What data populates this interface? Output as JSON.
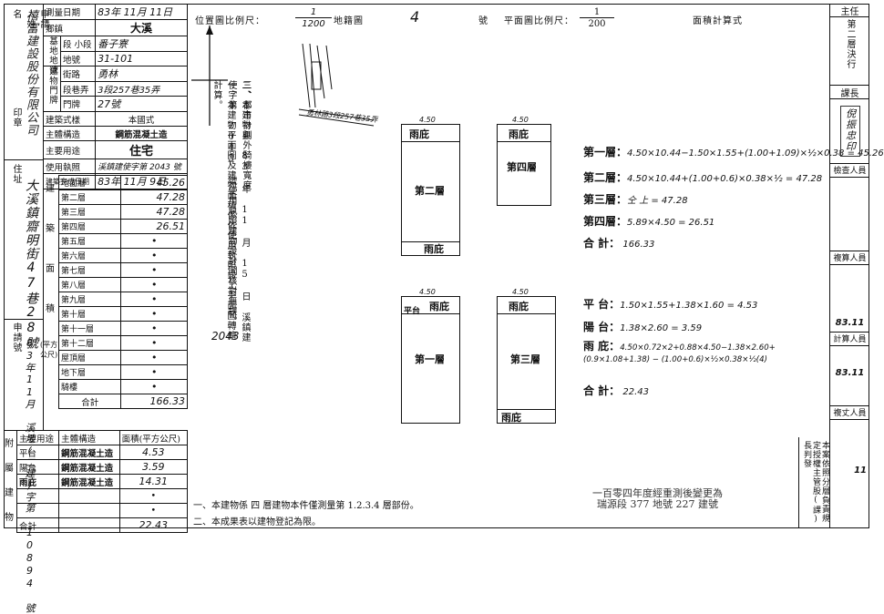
{
  "left_panel": {
    "applicant_label": "申請人姓名",
    "applicant_value": "禧富建設股份有限公司",
    "seal_label": "印章",
    "address_label": "住址",
    "address_value": "大溪鎮齋明街47巷28號",
    "app_no_label": "申請號",
    "app_no_value": "83年11月 溪地(二建)字第 10894 號",
    "area_unit": "(平方公尺)",
    "attach_labels": [
      "附",
      "屬",
      "建",
      "物"
    ],
    "attach_header": [
      "主要用途",
      "主體構造",
      "面積(平方公尺)"
    ],
    "attach_rows": [
      {
        "use": "平台",
        "structure": "鋼筋混凝土造",
        "area": "4.53"
      },
      {
        "use": "陽台",
        "structure": "鋼筋混凝土造",
        "area": "3.59"
      },
      {
        "use": "雨庇",
        "structure": "鋼筋混凝土造",
        "area": "14.31"
      }
    ],
    "attach_total_label": "合計",
    "attach_total": "22.43"
  },
  "register": {
    "survey_date_label": "測量日期",
    "survey_date": "83年 11月 11日",
    "township_label": "鄉鎮",
    "township": "大溪",
    "base_label": "基地地號",
    "section_label": "段 小段",
    "section": "番子寮",
    "lot_label": "地號",
    "lot": "31-101",
    "bldg_label": "建物門牌",
    "street_label": "街路",
    "street": "勇林",
    "lane_label": "段巷弄",
    "lane": "3段257巷35弄",
    "door_label": "門牌",
    "door": "27號",
    "style_label": "建築式樣",
    "style": "本國式",
    "structure_label": "主體構造",
    "structure": "鋼筋混凝土造",
    "use_label": "主要用途",
    "use": "住宅",
    "permit_label": "使用執照",
    "permit": "溪鎮建使字第 2043 號",
    "completed_label": "建築完成日期",
    "completed": "83年 11月 9日",
    "area_section_labels": [
      "建",
      "築",
      "面",
      "積"
    ],
    "floors": [
      {
        "name": "地面層",
        "area": "45.26"
      },
      {
        "name": "第二層",
        "area": "47.28"
      },
      {
        "name": "第三層",
        "area": "47.28"
      },
      {
        "name": "第四層",
        "area": "26.51"
      },
      {
        "name": "第五層",
        "area": "•"
      },
      {
        "name": "第六層",
        "area": "•"
      },
      {
        "name": "第七層",
        "area": "•"
      },
      {
        "name": "第八層",
        "area": "•"
      },
      {
        "name": "第九層",
        "area": "•"
      },
      {
        "name": "第十層",
        "area": "•"
      },
      {
        "name": "第十一層",
        "area": "•"
      },
      {
        "name": "第十二層",
        "area": "•"
      },
      {
        "name": "屋頂層",
        "area": "•"
      },
      {
        "name": "地下層",
        "area": "•"
      },
      {
        "name": "騎樓",
        "area": "•"
      }
    ],
    "total_label": "合計",
    "total": "166.33"
  },
  "header": {
    "location_scale_label": "位置圖比例尺：",
    "location_scale": "1/1200",
    "cadastral_label": "地籍圖",
    "cadastral_no": "4",
    "cadastral_suffix": "號",
    "plan_scale_label": "平面圖比例尺：",
    "plan_scale": "1/200",
    "area_calc_label": "面積計算式"
  },
  "notes": {
    "note1": "一、本建物平面圖及建物面積係依使用執照竣工平面圖轉繪計算。",
    "note2": "二、本建物與 83 年 11 月 15 日 溪鎮建使字第 2043 號使用執照建物設計圖核對無誤。",
    "note3": "三、都市計劃外騎樓寬度",
    "permit_no": "2043",
    "month": "11",
    "day": "15",
    "year": "83",
    "bottom1": "一、本建物係 四 層建物本件僅測量第 1.2.3.4 層部份。",
    "bottom2": "二、本成果表以建物登記為限。"
  },
  "plans": {
    "floor1": "第一層",
    "floor2": "第二層",
    "floor3": "第三層",
    "floor4": "第四層",
    "canopy": "雨庇",
    "platform": "平台",
    "dim_top": "4.50",
    "road_label": "勇林路3段257巷35弄"
  },
  "calculations": {
    "f1_label": "第一層：",
    "f1_formula": "4.50×10.44−1.50×1.55+(1.00+1.09)×½×0.38 = 45.26",
    "f2_label": "第二層：",
    "f2_formula": "4.50×10.44+(1.00+0.6)×0.38×½ = 47.28",
    "f3_label": "第三層：",
    "f3_formula": "仝 上 = 47.28",
    "f4_label": "第四層：",
    "f4_formula": "5.89×4.50 = 26.51",
    "sum_label": "合 計：",
    "sum_value": "166.33",
    "platform_label": "平 台：",
    "platform_formula": "1.50×1.55+1.38×1.60 = 4.53",
    "balcony_label": "陽 台：",
    "balcony_formula": "1.38×2.60 = 3.59",
    "canopy_label": "雨 庇：",
    "canopy_formula": "4.50×0.72×2+0.88×4.50−1.38×2.60+(0.9×1.08+1.38) − (1.00+0.6)×½×0.38×½(4)",
    "total_label": "合 計：",
    "total_value": "22.43"
  },
  "stamp": {
    "line1": "一百零四年度經重測後變更為",
    "line2": "瑞源段 377 地號 227 建號"
  },
  "right_panel": {
    "head": "主任",
    "approver_title": "第二層決行",
    "section_chief": "課長",
    "seal_text": "倪振忠印",
    "inspector": "檢查人員",
    "reviewer": "複算人員",
    "reviewer_date": "83.11",
    "calculator": "計算人員",
    "calculator_date": "83.11",
    "checker": "複丈人員",
    "checker_date": "11",
    "responsibility_note": "本案依照分層負責規定授權主管股(課)長判發"
  }
}
